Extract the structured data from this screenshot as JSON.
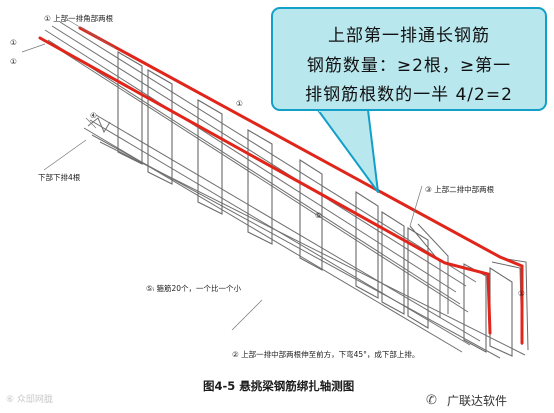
{
  "labels": {
    "top_corner": "① 上部一排角部两根",
    "mark_1_left": "①",
    "mark_1_upper": "①",
    "mark_1_mid": "①",
    "mark_4": "④",
    "bottom_left": "下部下排4根",
    "mark_5_small": "⑤",
    "top_middle": "③ 上部二排中部两根",
    "stirrup_note": "⑤ᵢ 箍筋20个，一个比一个小",
    "mark_1_right": "①",
    "bottom_note": "② 上部一排中部两根伸至前方，下弯45°，成下部上排。"
  },
  "callout": {
    "line1": "上部第一排通长钢筋",
    "line2": "钢筋数量：≥2根，≥第一",
    "line3": "排钢筋根数的一半 4/2=2"
  },
  "caption": "图4-5   悬挑梁钢筋绑扎轴测图",
  "watermark_left": "⑥ 众邸网胧",
  "watermark_right": "广联达软件",
  "colors": {
    "highlight_red": "#e0251b",
    "callout_fill": "#b9e7ee",
    "callout_border": "#13a0c8"
  }
}
